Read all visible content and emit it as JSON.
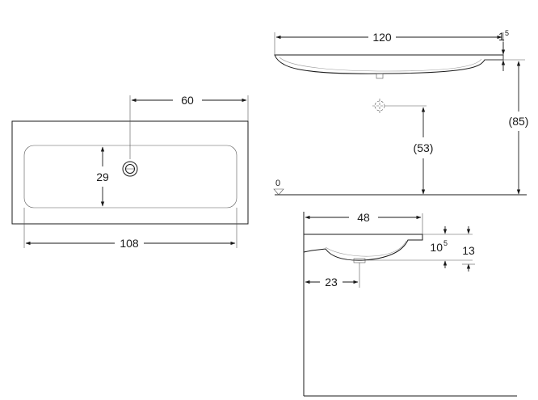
{
  "top_view": {
    "width_label": "108",
    "drain_offset_label": "60",
    "bowl_depth_label": "29"
  },
  "side_view": {
    "width_label": "120",
    "rim_base": "1",
    "rim_sup": "5",
    "height_label": "(85)",
    "drain_height_label": "(53)",
    "floor_label": "0"
  },
  "section_view": {
    "depth_label": "48",
    "drain_offset_label": "23",
    "bowl_base": "10",
    "bowl_sup": "5",
    "total_label": "13"
  }
}
